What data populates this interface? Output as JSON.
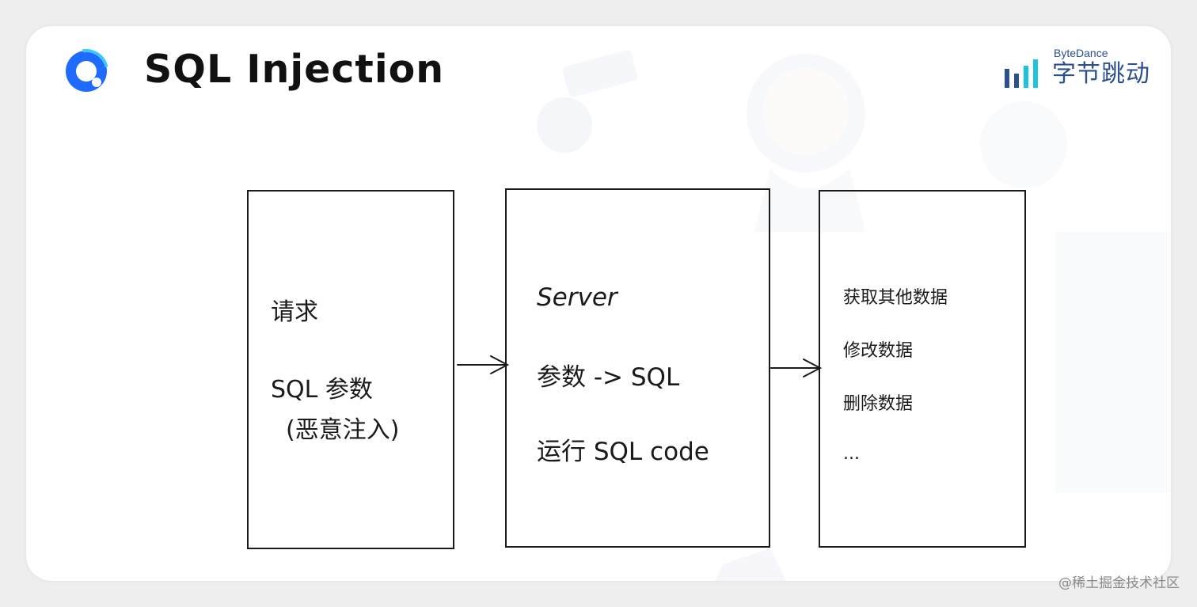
{
  "slide": {
    "title": "SQL Injection",
    "logo_icon": "ring-logo-icon",
    "brand": {
      "name_en": "ByteDance",
      "name_cn": "字节跳动",
      "icon": "bar-chart-logo-icon"
    }
  },
  "diagram": {
    "request_box": {
      "title": "请求",
      "line1": "SQL 参数",
      "line2": "(恶意注入)"
    },
    "server_box": {
      "title": "Server",
      "line1": "参数 -> SQL",
      "line2": "运行 SQL code"
    },
    "result_box": {
      "items": [
        "获取其他数据",
        "修改数据",
        "删除数据",
        "..."
      ]
    },
    "arrow_icon": "right-arrow-icon"
  },
  "footer": {
    "credit": "@稀土掘金技术社区"
  },
  "colors": {
    "logo_blue": "#1f6bff",
    "brand_blue": "#2b4f8f",
    "brand_cyan": "#1ec3e0",
    "ink": "#1a1a1a"
  }
}
